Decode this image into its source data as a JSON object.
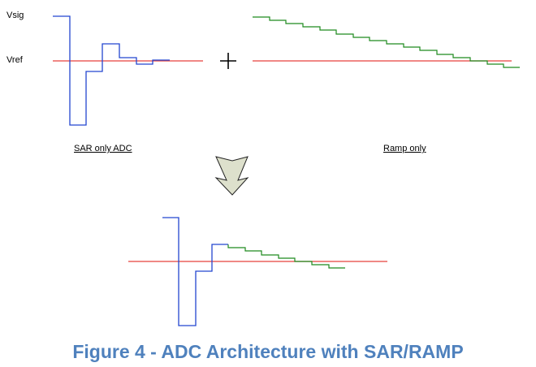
{
  "labels": {
    "vsig": "Vsig",
    "vref": "Vref",
    "sar_title": "SAR only ADC",
    "ramp_title": "Ramp only",
    "plus_symbol": "+"
  },
  "caption": "Figure 4 - ADC Architecture with SAR/RAMP",
  "colors": {
    "sar": "#2346d0",
    "ramp": "#1e8a1e",
    "vref": "#e8413c",
    "arrow_fill": "#dde0cc",
    "caption": "#4f81bd"
  }
}
